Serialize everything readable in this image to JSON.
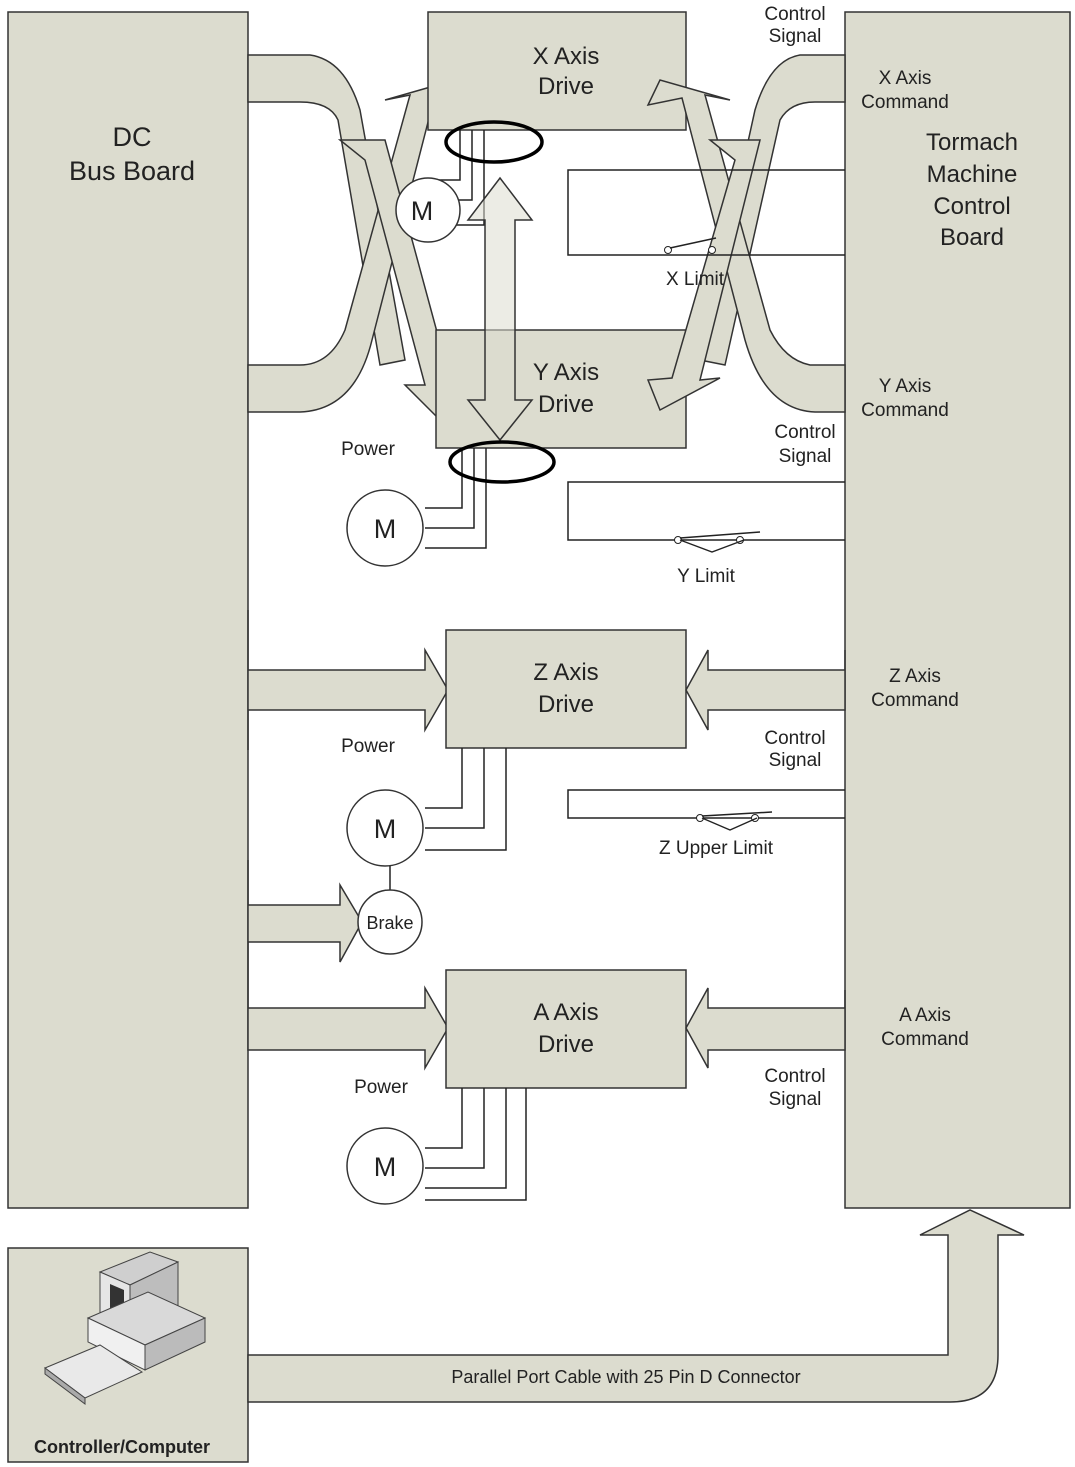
{
  "blocks": {
    "dc_bus_board": [
      "DC",
      "Bus Board"
    ],
    "control_board": [
      "Tormach",
      "Machine",
      "Control",
      "Board"
    ],
    "controller": "Controller/Computer"
  },
  "drives": {
    "x": [
      "X Axis",
      "Drive"
    ],
    "y": [
      "Y Axis",
      "Drive"
    ],
    "z": [
      "Z Axis",
      "Drive"
    ],
    "a": [
      "A Axis",
      "Drive"
    ]
  },
  "labels": {
    "power": "Power",
    "control_signal": [
      "Control",
      "Signal"
    ],
    "x_command": [
      "X Axis",
      "Command"
    ],
    "y_command": [
      "Y Axis",
      "Command"
    ],
    "z_command": [
      "Z Axis",
      "Command"
    ],
    "a_command": [
      "A Axis",
      "Command"
    ],
    "x_limit": "X Limit",
    "y_limit": "Y Limit",
    "z_limit": "Z Upper Limit",
    "motor": "M",
    "brake": "Brake",
    "cable": "Parallel Port Cable with 25 Pin D Connector"
  },
  "colors": {
    "block_fill": "#dcdccf",
    "outline": "#333333",
    "highlight": "#000000"
  }
}
